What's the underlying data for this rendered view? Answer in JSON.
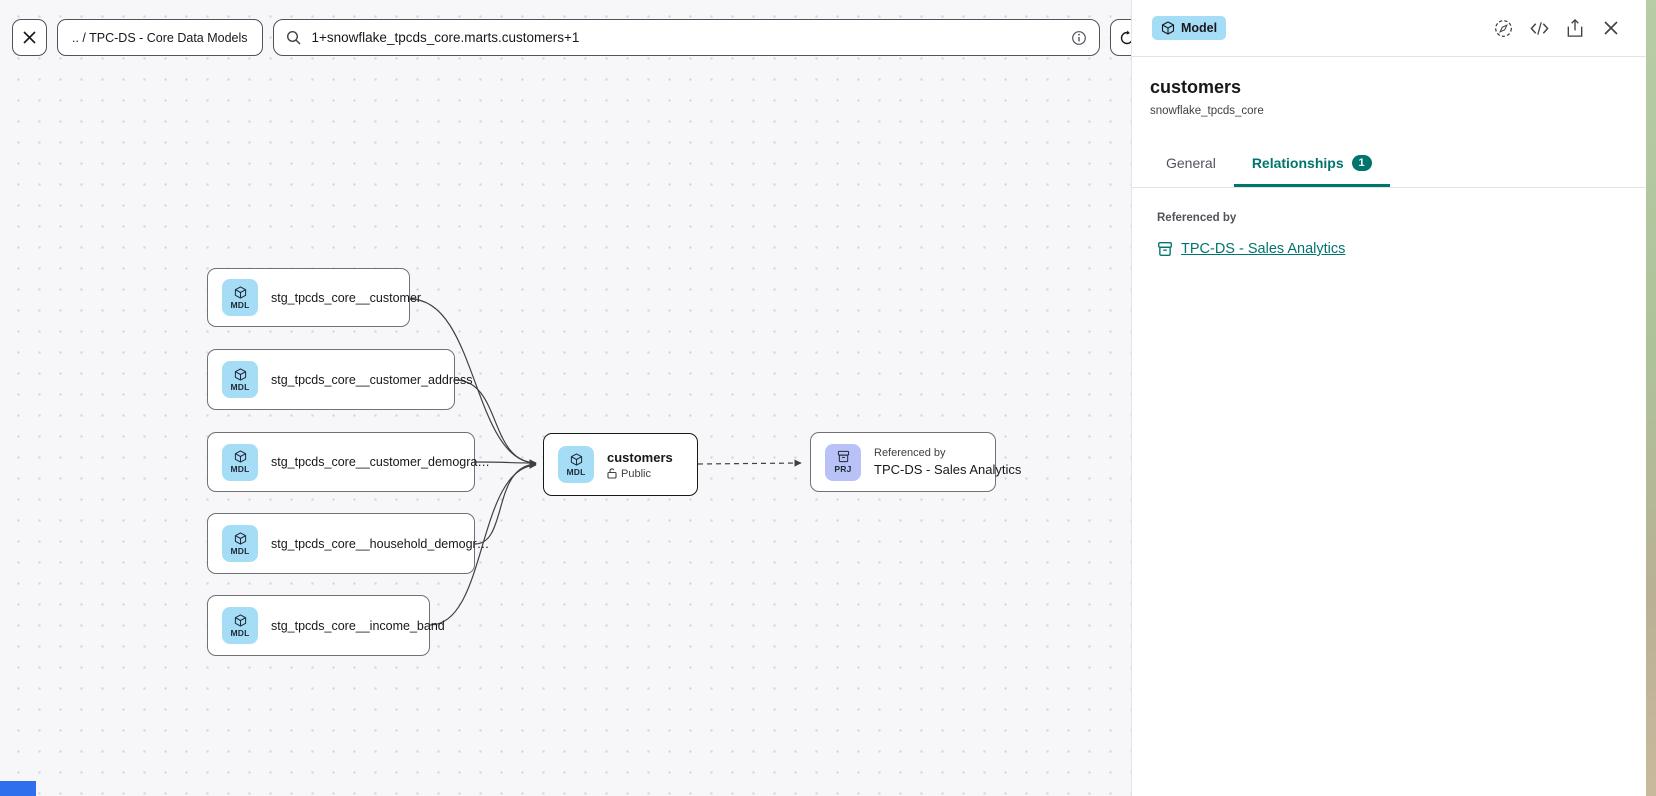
{
  "toolbar": {
    "breadcrumb": ".. / TPC-DS - Core Data Models",
    "search_value": "1+snowflake_tpcds_core.marts.customers+1"
  },
  "panel": {
    "type_badge": "Model",
    "title": "customers",
    "subtitle": "snowflake_tpcds_core",
    "tabs": [
      {
        "label": "General"
      },
      {
        "label": "Relationships",
        "badge": "1"
      }
    ],
    "referenced_by_label": "Referenced by",
    "reference_link": "TPC-DS - Sales Analytics"
  },
  "canvas": {
    "nodes": [
      {
        "badge": "MDL",
        "label": "stg_tpcds_core__customer"
      },
      {
        "badge": "MDL",
        "label": "stg_tpcds_core__customer_address"
      },
      {
        "badge": "MDL",
        "label": "stg_tpcds_core__customer_demogra…"
      },
      {
        "badge": "MDL",
        "label": "stg_tpcds_core__household_demogr…"
      },
      {
        "badge": "MDL",
        "label": "stg_tpcds_core__income_band"
      }
    ],
    "selected_node": {
      "badge": "MDL",
      "title": "customers",
      "visibility": "Public"
    },
    "project_node": {
      "badge": "PRJ",
      "line1": "Referenced by",
      "line2": "TPC-DS - Sales Analytics"
    }
  },
  "colors": {
    "accent_teal": "#00756e",
    "badge_blue": "#a5ddf6",
    "badge_purple": "#b9c2f7",
    "edge": "#3f3f46"
  }
}
